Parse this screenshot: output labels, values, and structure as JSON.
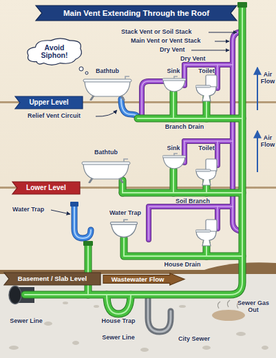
{
  "diagram": {
    "nodes": [
      {
        "text": [
          "Main Vent Extending Through the Roof"
        ]
      },
      {
        "text": [
          "Avoid Siphon!"
        ]
      },
      {
        "text": [
          "Upper Level"
        ]
      },
      {
        "text": [
          "Lower Level"
        ]
      },
      {
        "text": [
          "Basement / Slab Level"
        ]
      },
      {
        "text": [
          "Wastewater Flow"
        ]
      }
    ],
    "labels": [
      "Stack Vent or Soil Stack",
      "Main Vent or Vent Stack",
      "Dry Vent",
      "Bathtub",
      "Sink",
      "Toilet",
      "Dry Vent",
      "Air Flow",
      "Relief Vent Circuit",
      "Branch Drain",
      "Air Flow",
      "Bathtub",
      "Sink",
      "Toilet",
      "Soil Branch",
      "Water Trap",
      "Water Trap",
      "House Drain",
      "Sewer Gas Out",
      "Sewer Line",
      "House Trap",
      "Sewer Line",
      "City Sewer"
    ]
  }
}
